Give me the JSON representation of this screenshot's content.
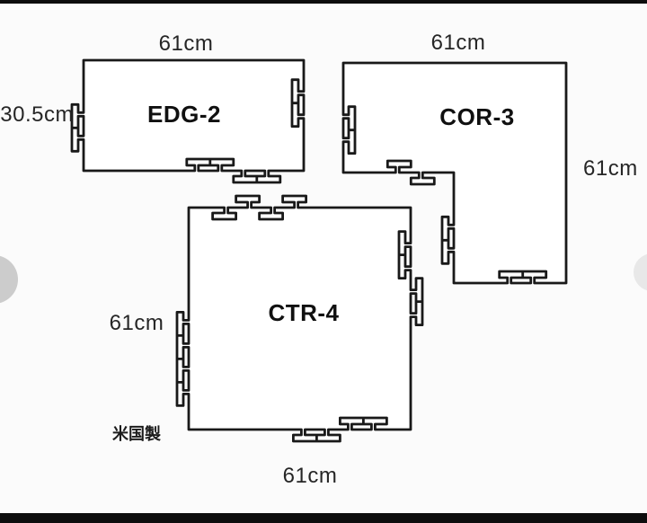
{
  "frame": {
    "background": "#fbfbfb",
    "bar_color": "#0d0d0d",
    "tile_fill": "#ffffff",
    "line_color": "#191919"
  },
  "carousel": {
    "prev_button_color": "#cccccc",
    "next_button_color": "#e8e8e8"
  },
  "diagram": {
    "pieces": [
      {
        "id": "edg2",
        "name": "EDG-2",
        "top_dim": "61cm",
        "side_dim": "30.5cm"
      },
      {
        "id": "cor3",
        "name": "COR-3",
        "top_dim": "61cm",
        "side_dim": "61cm"
      },
      {
        "id": "ctr4",
        "name": "CTR-4",
        "side_dim": "61cm",
        "bottom_dim": "61cm"
      }
    ],
    "origin_note": "米国製"
  }
}
